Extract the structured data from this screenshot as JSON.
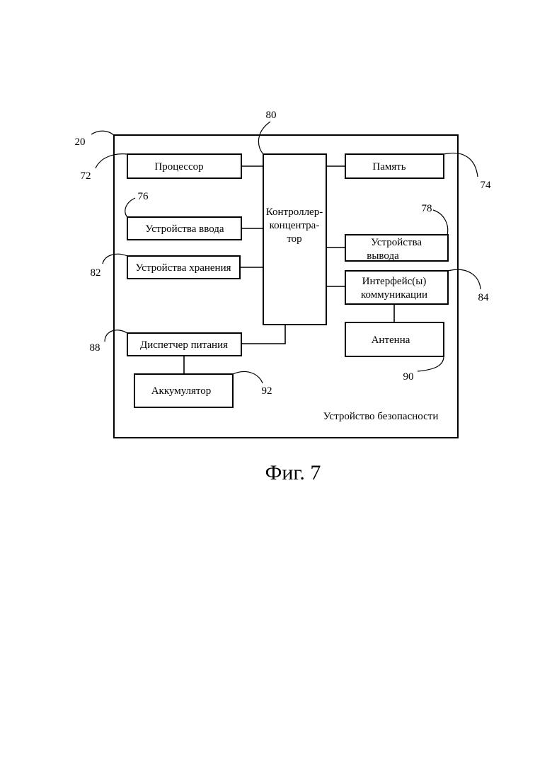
{
  "diagram": {
    "blocks": {
      "processor": "Процессор",
      "memory": "Память",
      "input_devices": "Устройства ввода",
      "hub_line1": "Контроллер-",
      "hub_line2": "концентра-",
      "hub_line3": "тор",
      "output_line1": "Устройства",
      "output_line2": "вывода",
      "storage_devices": "Устройства хранения",
      "comm_line1": "Интерфейс(ы)",
      "comm_line2": "коммуникации",
      "antenna": "Антенна",
      "power_manager": "Диспетчер питания",
      "battery": "Аккумулятор",
      "security_device": "Устройство безопасности"
    },
    "refs": {
      "device": "20",
      "hub": "80",
      "processor": "72",
      "memory": "74",
      "input": "76",
      "output": "78",
      "storage": "82",
      "comm": "84",
      "power": "88",
      "antenna": "90",
      "battery": "92"
    }
  },
  "caption": "Фиг. 7"
}
